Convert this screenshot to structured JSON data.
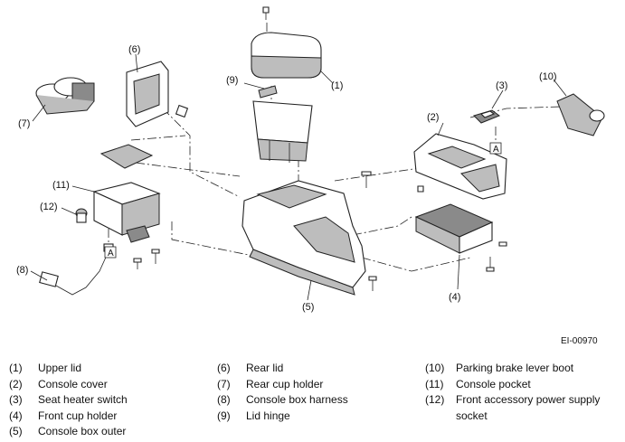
{
  "diagram_code": "EI-00970",
  "connector_label": "A",
  "callouts": [
    "(1)",
    "(2)",
    "(3)",
    "(4)",
    "(5)",
    "(6)",
    "(7)",
    "(8)",
    "(9)",
    "(10)",
    "(11)",
    "(12)"
  ],
  "legend": [
    {
      "num": "(1)",
      "name": "Upper lid"
    },
    {
      "num": "(2)",
      "name": "Console cover"
    },
    {
      "num": "(3)",
      "name": "Seat heater switch"
    },
    {
      "num": "(4)",
      "name": "Front cup holder"
    },
    {
      "num": "(5)",
      "name": "Console box outer"
    },
    {
      "num": "(6)",
      "name": "Rear lid"
    },
    {
      "num": "(7)",
      "name": "Rear cup holder"
    },
    {
      "num": "(8)",
      "name": "Console box harness"
    },
    {
      "num": "(9)",
      "name": "Lid hinge"
    },
    {
      "num": "(10)",
      "name": "Parking brake lever boot"
    },
    {
      "num": "(11)",
      "name": "Console pocket"
    },
    {
      "num": "(12)",
      "name": "Front accessory power supply socket"
    }
  ]
}
